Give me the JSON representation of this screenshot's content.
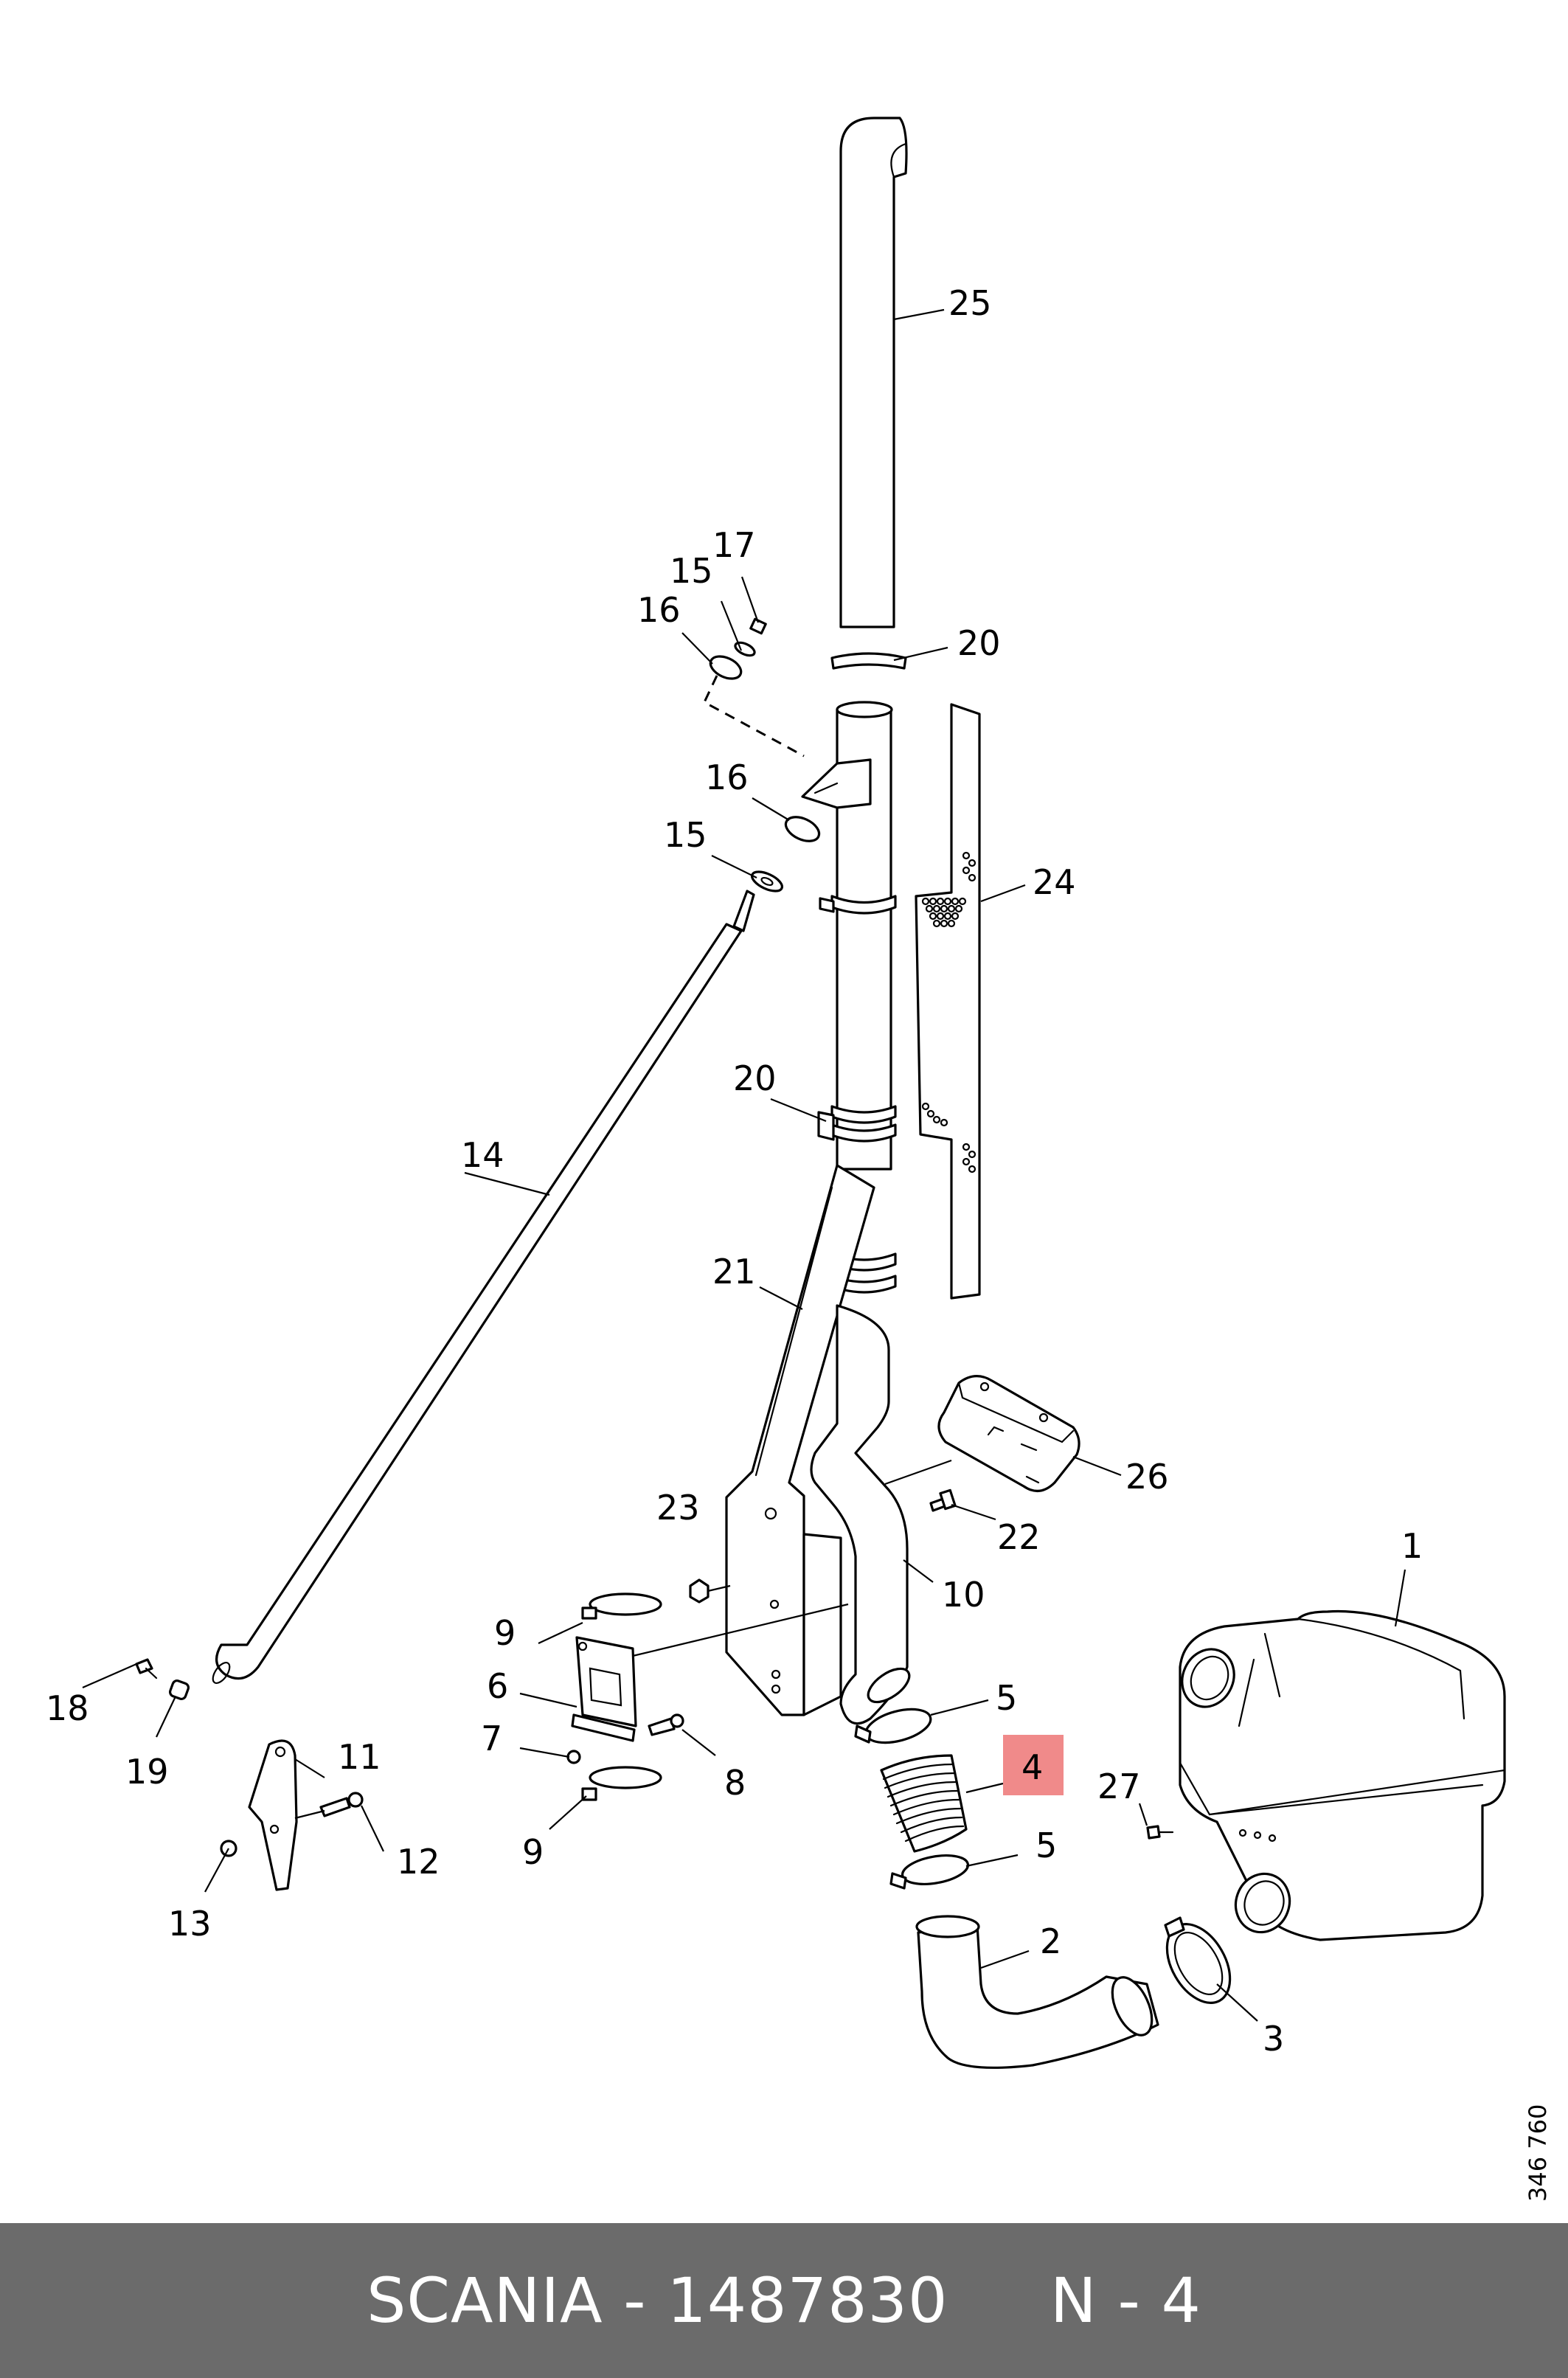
{
  "footer": {
    "text": "SCANIA - 1487830     N - 4"
  },
  "drawing_ref": "346 760",
  "highlight_color": "#f08a8a",
  "callouts": {
    "c1": "1",
    "c2": "2",
    "c3": "3",
    "c4": "4",
    "c5a": "5",
    "c5b": "5",
    "c6": "6",
    "c7": "7",
    "c8": "8",
    "c9a": "9",
    "c9b": "9",
    "c10": "10",
    "c11": "11",
    "c12": "12",
    "c13": "13",
    "c14": "14",
    "c15a": "15",
    "c15b": "15",
    "c16a": "16",
    "c16b": "16",
    "c17": "17",
    "c18": "18",
    "c19": "19",
    "c20a": "20",
    "c20b": "20",
    "c21": "21",
    "c22": "22",
    "c23": "23",
    "c24": "24",
    "c25": "25",
    "c26": "26",
    "c27": "27"
  },
  "highlighted_part": "4"
}
